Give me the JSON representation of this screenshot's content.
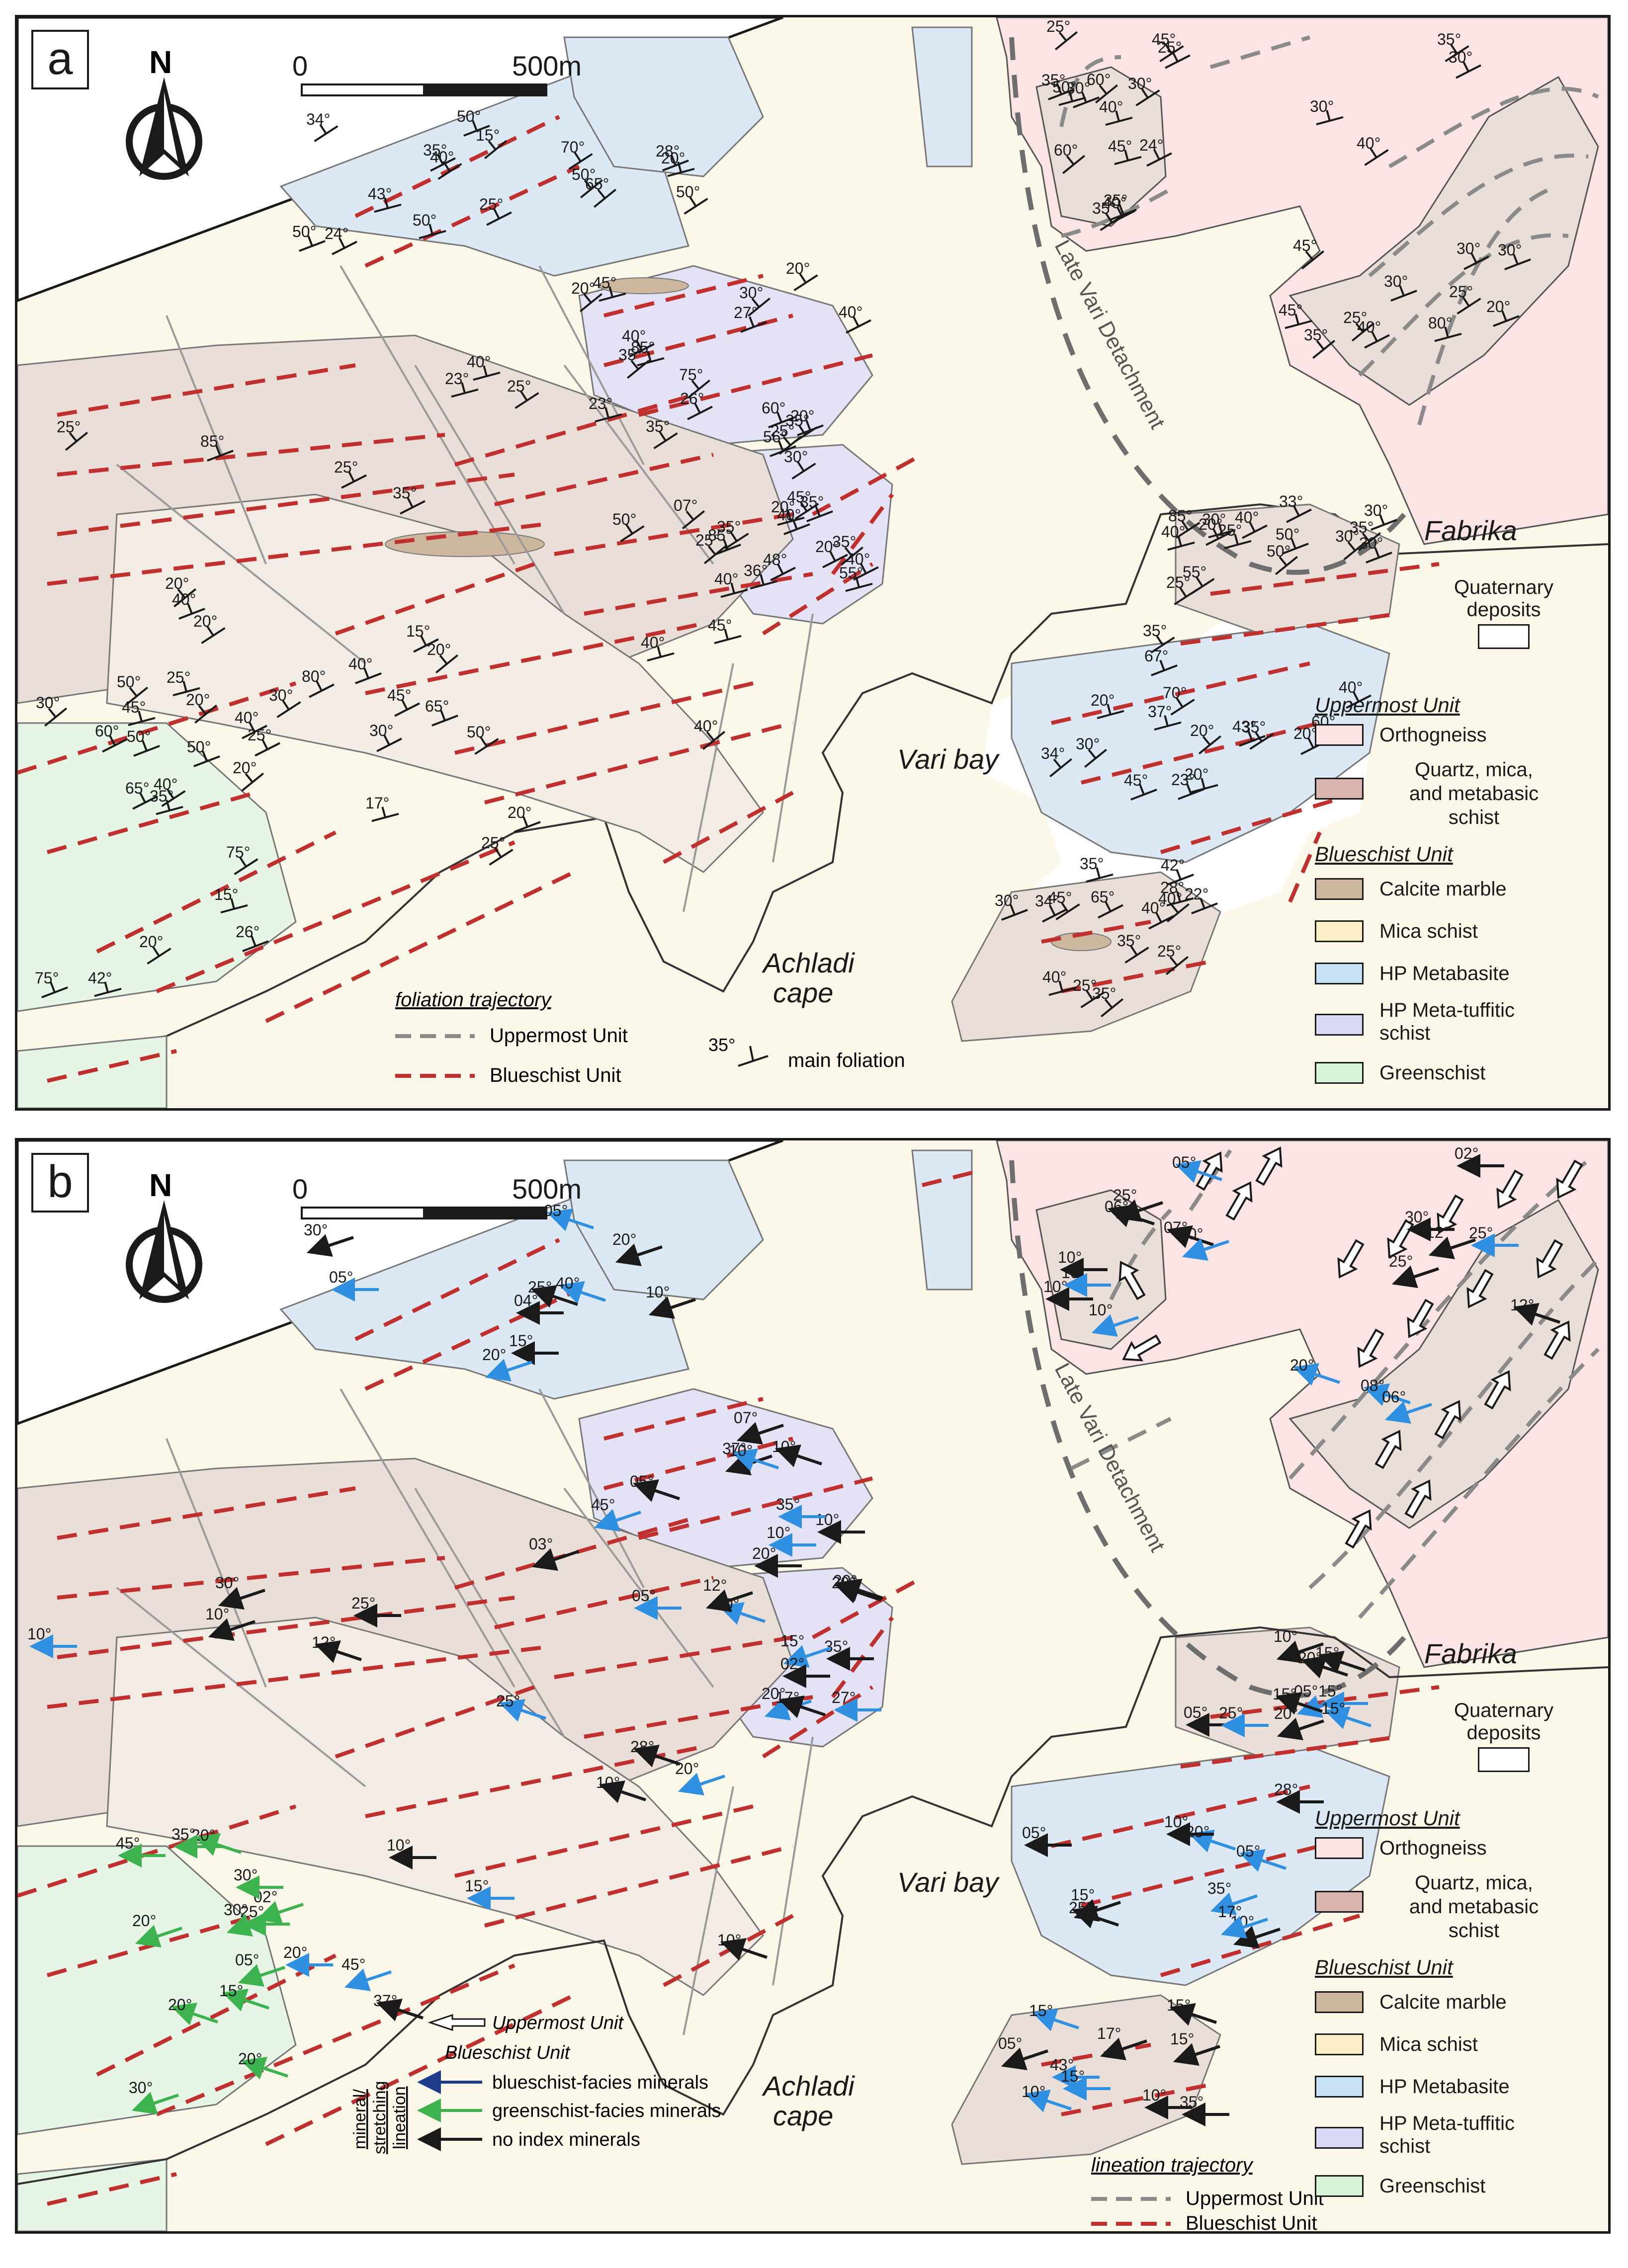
{
  "panels": [
    {
      "label": "a",
      "scale": {
        "start": "0",
        "end": "500m"
      },
      "north": "N",
      "places": {
        "vari_bay": "Vari bay",
        "achladi_cape_1": "Achladi",
        "achladi_cape_2": "cape",
        "fabrika": "Fabrika",
        "detachment": "Late Vari Detachment"
      },
      "quaternary": {
        "line1": "Quaternary",
        "line2": "deposits"
      },
      "trajectory_legend": {
        "title": "foliation trajectory",
        "uppermost": "Uppermost Unit",
        "blueschist": "Blueschist Unit"
      },
      "foliation_legend": {
        "angle": "35°",
        "label": "main foliation"
      },
      "measurements": [
        "45°",
        "50°",
        "40°",
        "40°",
        "30°",
        "40°",
        "67°",
        "65°",
        "55°",
        "60°",
        "45°",
        "40°",
        "45°",
        "40°",
        "50°",
        "45°",
        "56°",
        "40°",
        "35°",
        "35°",
        "40°",
        "30°",
        "25°",
        "30°",
        "20°",
        "43°",
        "20°",
        "40°",
        "35°",
        "35°",
        "25°",
        "30°",
        "30°",
        "20°",
        "40°",
        "35°",
        "50°",
        "26°",
        "45°",
        "34°",
        "28°",
        "30°",
        "24°",
        "25°",
        "20°",
        "15°",
        "75°",
        "25°",
        "20°",
        "25°",
        "20°",
        "30°",
        "20°",
        "45°",
        "35°",
        "40°",
        "40°",
        "65°",
        "50°",
        "75°",
        "36°",
        "43°",
        "34°",
        "25°",
        "25°",
        "30°",
        "40°",
        "30°",
        "20°",
        "15°",
        "23°",
        "35°",
        "20°",
        "25°",
        "30°",
        "45°",
        "20°",
        "15°",
        "25°",
        "50°",
        "20°",
        "27°",
        "20°",
        "70°",
        "25°",
        "40°",
        "35°",
        "30°",
        "25°",
        "20°",
        "42°",
        "28°",
        "40°",
        "35°",
        "30°",
        "40°",
        "50°",
        "25°",
        "40°",
        "07°",
        "25°",
        "50°",
        "35°",
        "35°",
        "25°",
        "37°",
        "42°",
        "40°",
        "35°",
        "45°",
        "40°",
        "65°",
        "60°",
        "70°",
        "35°",
        "55°",
        "45°",
        "40°",
        "85°",
        "60°",
        "80°",
        "85°",
        "80°",
        "75°",
        "65°",
        "85°",
        "85°",
        "60°",
        "45°",
        "50°",
        "50°",
        "30°",
        "35°",
        "50°",
        "30°",
        "50°",
        "60°",
        "48°",
        "35°",
        "40°",
        "30°",
        "35°",
        "40°",
        "50°",
        "20°",
        "45°",
        "50°",
        "40°",
        "30°",
        "20°",
        "35°",
        "30°",
        "40°",
        "35°",
        "25°",
        "17°",
        "26°",
        "24°",
        "35°",
        "35°",
        "20°",
        "22°",
        "33°",
        "30°",
        "25°",
        "23°",
        "20°",
        "25°",
        "34°",
        "20°",
        "20°",
        "23°"
      ]
    },
    {
      "label": "b",
      "scale": {
        "start": "0",
        "end": "500m"
      },
      "north": "N",
      "places": {
        "vari_bay": "Vari bay",
        "achladi_cape_1": "Achladi",
        "achladi_cape_2": "cape",
        "fabrika": "Fabrika",
        "detachment": "Late Vari Detachment"
      },
      "quaternary": {
        "line1": "Quaternary",
        "line2": "deposits"
      },
      "trajectory_legend": {
        "title": "lineation trajectory",
        "uppermost": "Uppermost Unit",
        "blueschist": "Blueschist Unit"
      },
      "lineation_legend": {
        "uppermost": "Uppermost Unit",
        "side_1": "mineral/",
        "side_2": "stretching",
        "side_3": "lineation",
        "blueschist_title": "Blueschist Unit",
        "blueschist_facies": "blueschist-facies minerals",
        "greenschist_facies": "greenschist-facies minerals",
        "no_index": "no index minerals"
      },
      "measurements": [
        "20°",
        "25°",
        "20°",
        "30°",
        "10°",
        "20°",
        "15°",
        "43°",
        "15°",
        "25°",
        "25°",
        "28°",
        "45°",
        "45°",
        "25°",
        "45°",
        "35°",
        "20°",
        "05°",
        "05°",
        "05°",
        "12°",
        "05°",
        "10°",
        "05°",
        "05°",
        "05°",
        "15°",
        "10°",
        "15°",
        "05°",
        "10°",
        "08°",
        "03°",
        "10°",
        "15°",
        "10°",
        "10°",
        "20°",
        "10°",
        "15°",
        "15°",
        "10°",
        "02°",
        "12°",
        "02°",
        "30°",
        "05°",
        "07°",
        "02°",
        "05°",
        "15°",
        "15°",
        "07°",
        "25°",
        "10°",
        "37°",
        "20°",
        "04°",
        "10°",
        "20°",
        "28°",
        "15°",
        "10°",
        "10°",
        "20°",
        "10°",
        "15°",
        "20°",
        "20°",
        "35°",
        "17°",
        "35°",
        "35°",
        "20°",
        "40°",
        "30°",
        "25°",
        "30°",
        "35°",
        "40°",
        "37°",
        "27°",
        "25°",
        "17°",
        "25°",
        "06°",
        "06°",
        "25°",
        "10°",
        "30°",
        "15°",
        "10°",
        "12°",
        "05°",
        "10°",
        "20°",
        "10°",
        "12°",
        "30°",
        "20°",
        "20°",
        "20°",
        "20°",
        "20°",
        "17°",
        "10°",
        "15°"
      ]
    }
  ],
  "units_legend": {
    "uppermost_title": "Uppermost Unit",
    "orthogneiss": "Orthogneiss",
    "schist_1": "Quartz, mica,",
    "schist_2": "and metabasic",
    "schist_3": "schist",
    "blueschist_title": "Blueschist Unit",
    "marble": "Calcite marble",
    "mica": "Mica schist",
    "metabasite": "HP Metabasite",
    "tuffitic_1": "HP Meta-tuffitic",
    "tuffitic_2": "schist",
    "greenschist": "Greenschist"
  },
  "colors": {
    "orthogneiss": "#fce4e4",
    "schist": "#eadfd8",
    "marble": "#cdb79f",
    "mica": "#fbf5de",
    "metabasite": "#dce9f5",
    "tuffitic": "#e4e3f5",
    "greenschist": "#e6f5e6",
    "blueschist_trajectory": "#c0302f",
    "uppermost_trajectory": "#8a8a8a",
    "blue_arrow": "#2f8fe0",
    "green_arrow": "#3db34f",
    "black_arrow": "#1a1a1a",
    "navy_arrow": "#1f3b8c"
  }
}
